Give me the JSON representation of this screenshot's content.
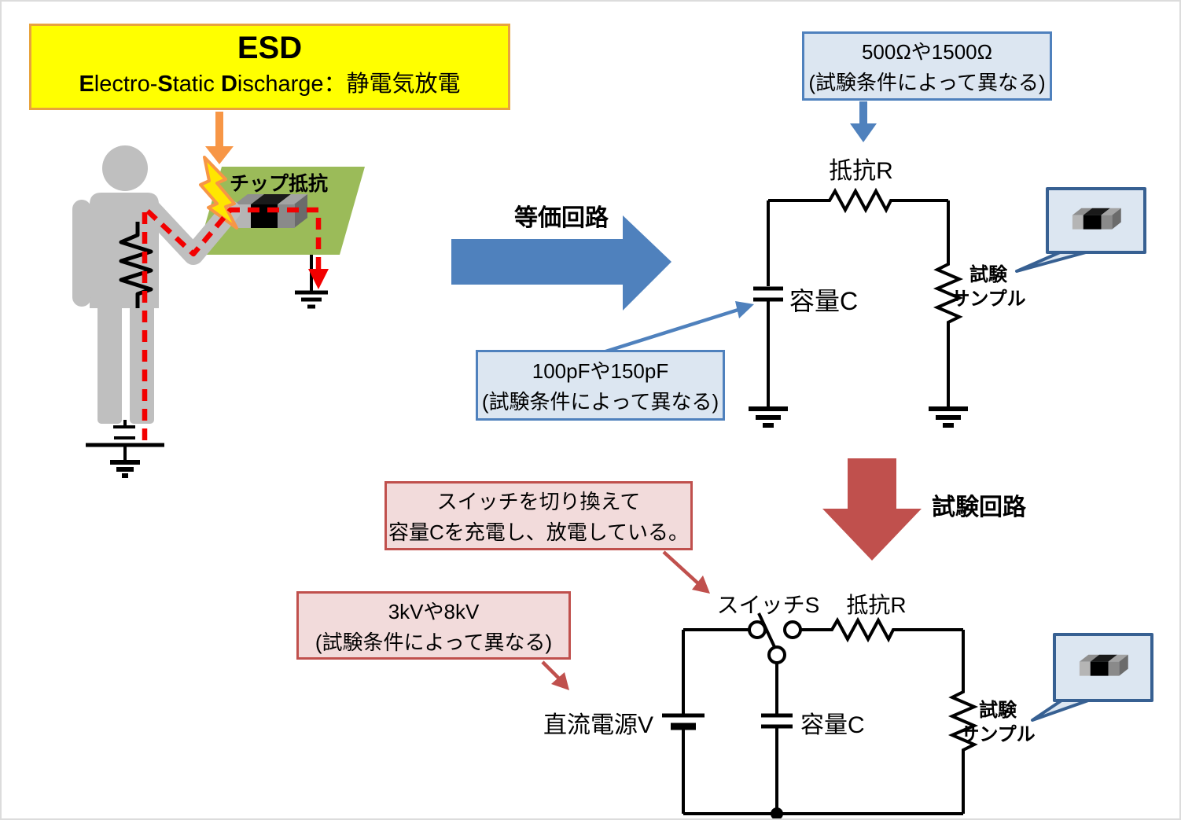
{
  "banner": {
    "title": "ESD",
    "subtitle_segments": [
      {
        "text": "E",
        "bold": true
      },
      {
        "text": "lectro-",
        "bold": false
      },
      {
        "text": "S",
        "bold": true
      },
      {
        "text": "tatic ",
        "bold": false
      },
      {
        "text": "D",
        "bold": true
      },
      {
        "text": "ischarge：静電気放電",
        "bold": false
      }
    ]
  },
  "scene": {
    "chip_label": "チップ抵抗"
  },
  "flow": {
    "equivalent_label": "等価回路",
    "test_label": "試験回路"
  },
  "callouts": {
    "resistance": {
      "line1": "500Ωや1500Ω",
      "line2": "(試験条件によって異なる)"
    },
    "capacitance": {
      "line1": "100pFや150pF",
      "line2": "(試験条件によって異なる)"
    },
    "switch_note": {
      "line1": "スイッチを切り換えて",
      "line2": "容量Cを充電し、放電している。"
    },
    "voltage": {
      "line1": "3kVや8kV",
      "line2": "(試験条件によって異なる)"
    }
  },
  "equivalent_circuit": {
    "resistor": "抵抗R",
    "capacitor": "容量C",
    "sample_line1": "試験",
    "sample_line2": "サンプル"
  },
  "test_circuit": {
    "switch": "スイッチS",
    "resistor": "抵抗R",
    "source": "直流電源V",
    "capacitor": "容量C",
    "sample_line1": "試験",
    "sample_line2": "サンプル"
  },
  "colors": {
    "accent_blue": "#4F81BD",
    "accent_red": "#C0504D",
    "callout_blue_fill": "#DCE6F1",
    "callout_blue_border": "#376092",
    "callout_pink_fill": "#F2DBDB",
    "banner_yellow": "#FFFF00",
    "banner_border_orange": "#E8A33D",
    "arrow_orange": "#F79646",
    "board_green": "#9BBB59",
    "person_gray": "#BFBFBF",
    "discharge_red": "#F20000",
    "wire_black": "#000000"
  }
}
